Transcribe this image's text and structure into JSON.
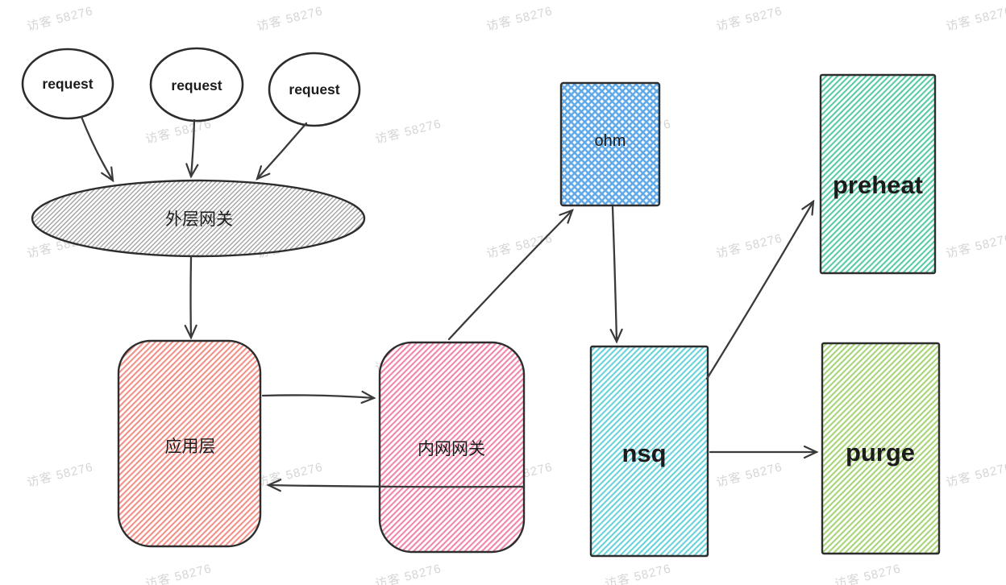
{
  "watermark": {
    "text": "访客 58276",
    "color": "#d5d5d5"
  },
  "diagram": {
    "background": "#ffffff",
    "stroke_color": "#2d2d2d",
    "nodes": {
      "request1": {
        "label": "request",
        "shape": "ellipse",
        "fill": "#ffffff"
      },
      "request2": {
        "label": "request",
        "shape": "ellipse",
        "fill": "#ffffff"
      },
      "request3": {
        "label": "request",
        "shape": "ellipse",
        "fill": "#ffffff"
      },
      "outer_gateway": {
        "label": "外层网关",
        "shape": "ellipse",
        "hatch_color": "#9a9a9a"
      },
      "app_layer": {
        "label": "应用层",
        "shape": "rounded-rect",
        "hatch_color": "#f29088"
      },
      "internal_gateway": {
        "label": "内网网关",
        "shape": "rounded-rect",
        "hatch_color": "#f285ac"
      },
      "ohm": {
        "label": "ohm",
        "shape": "rect",
        "hatch_color": "#5fa8e8"
      },
      "nsq": {
        "label": "nsq",
        "shape": "rect",
        "hatch_color": "#68d2db"
      },
      "preheat": {
        "label": "preheat",
        "shape": "rect",
        "hatch_color": "#58cba4"
      },
      "purge": {
        "label": "purge",
        "shape": "rect",
        "hatch_color": "#a6d476"
      }
    },
    "edges": [
      {
        "from": "request1",
        "to": "outer_gateway"
      },
      {
        "from": "request2",
        "to": "outer_gateway"
      },
      {
        "from": "request3",
        "to": "outer_gateway"
      },
      {
        "from": "outer_gateway",
        "to": "app_layer"
      },
      {
        "from": "app_layer",
        "to": "internal_gateway"
      },
      {
        "from": "internal_gateway",
        "to": "app_layer"
      },
      {
        "from": "internal_gateway",
        "to": "ohm"
      },
      {
        "from": "ohm",
        "to": "nsq"
      },
      {
        "from": "nsq",
        "to": "preheat"
      },
      {
        "from": "nsq",
        "to": "purge"
      }
    ]
  }
}
